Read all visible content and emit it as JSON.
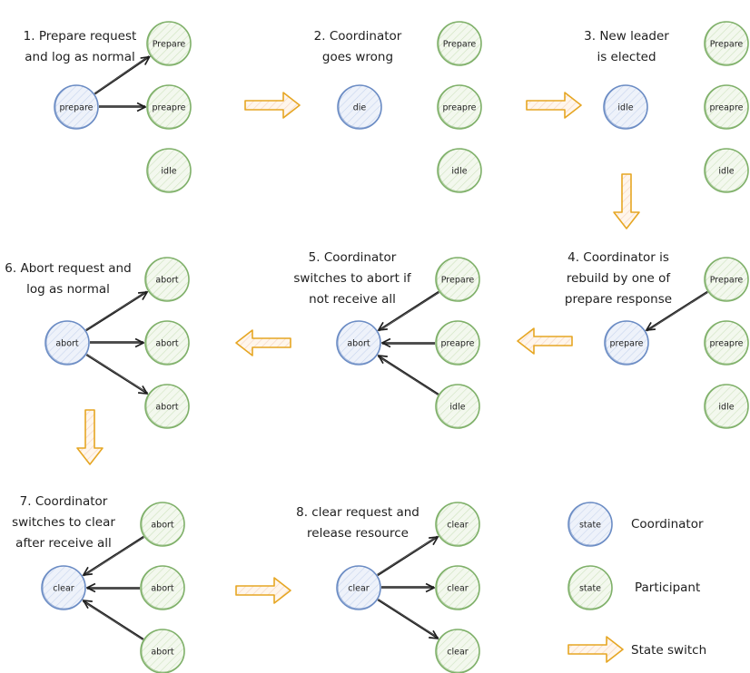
{
  "colors": {
    "coordinator_stroke": "#6b8cc4",
    "coordinator_fill": "#e8eef8",
    "participant_stroke": "#7fb069",
    "participant_fill": "#eef5e6",
    "arrow_stroke": "#e6a623",
    "arrow_fill": "#fdeede",
    "edge": "#1e1e1e"
  },
  "steps": [
    {
      "id": "step1",
      "caption": [
        "1. Prepare request",
        "and log as normal"
      ],
      "coordinator": "prepare",
      "participants": [
        "Prepare",
        "preapre",
        "idle"
      ],
      "edges": [
        {
          "from": "coordinator",
          "to": 0
        },
        {
          "from": "coordinator",
          "to": 1
        }
      ]
    },
    {
      "id": "step2",
      "caption": [
        "2. Coordinator",
        "goes wrong"
      ],
      "coordinator": "die",
      "participants": [
        "Prepare",
        "preapre",
        "idle"
      ],
      "edges": []
    },
    {
      "id": "step3",
      "caption": [
        "3. New leader",
        "is elected"
      ],
      "coordinator": "idle",
      "participants": [
        "Prepare",
        "preapre",
        "idle"
      ],
      "edges": []
    },
    {
      "id": "step4",
      "caption": [
        "4. Coordinator is",
        "rebuild by one of",
        "prepare response"
      ],
      "coordinator": "prepare",
      "participants": [
        "Prepare",
        "preapre",
        "idle"
      ],
      "edges": [
        {
          "from": 0,
          "to": "coordinator"
        }
      ]
    },
    {
      "id": "step5",
      "caption": [
        "5. Coordinator",
        "switches to abort if",
        "not receive all"
      ],
      "coordinator": "abort",
      "participants": [
        "Prepare",
        "preapre",
        "idle"
      ],
      "edges": [
        {
          "from": 0,
          "to": "coordinator"
        },
        {
          "from": 1,
          "to": "coordinator"
        },
        {
          "from": 2,
          "to": "coordinator"
        }
      ]
    },
    {
      "id": "step6",
      "caption": [
        "6. Abort request and",
        "log as normal"
      ],
      "coordinator": "abort",
      "participants": [
        "abort",
        "abort",
        "abort"
      ],
      "edges": [
        {
          "from": "coordinator",
          "to": 0
        },
        {
          "from": "coordinator",
          "to": 1
        },
        {
          "from": "coordinator",
          "to": 2
        }
      ]
    },
    {
      "id": "step7",
      "caption": [
        "7. Coordinator",
        "switches to clear",
        "after receive all"
      ],
      "coordinator": "clear",
      "participants": [
        "abort",
        "abort",
        "abort"
      ],
      "edges": [
        {
          "from": 0,
          "to": "coordinator"
        },
        {
          "from": 1,
          "to": "coordinator"
        },
        {
          "from": 2,
          "to": "coordinator"
        }
      ]
    },
    {
      "id": "step8",
      "caption": [
        "8. clear request and",
        "release resource"
      ],
      "coordinator": "clear",
      "participants": [
        "clear",
        "clear",
        "clear"
      ],
      "edges": [
        {
          "from": "coordinator",
          "to": 0
        },
        {
          "from": "coordinator",
          "to": 1
        },
        {
          "from": "coordinator",
          "to": 2
        }
      ]
    }
  ],
  "transitions": [
    {
      "from": "step1",
      "to": "step2",
      "direction": "right"
    },
    {
      "from": "step2",
      "to": "step3",
      "direction": "right"
    },
    {
      "from": "step3",
      "to": "step4",
      "direction": "down"
    },
    {
      "from": "step4",
      "to": "step5",
      "direction": "left"
    },
    {
      "from": "step5",
      "to": "step6",
      "direction": "left"
    },
    {
      "from": "step6",
      "to": "step7",
      "direction": "down"
    },
    {
      "from": "step7",
      "to": "step8",
      "direction": "right"
    }
  ],
  "legend": [
    {
      "kind": "coordinator",
      "node_label": "state",
      "label": "Coordinator"
    },
    {
      "kind": "participant",
      "node_label": "state",
      "label": "Participant"
    },
    {
      "kind": "arrow",
      "label": "State switch"
    }
  ]
}
